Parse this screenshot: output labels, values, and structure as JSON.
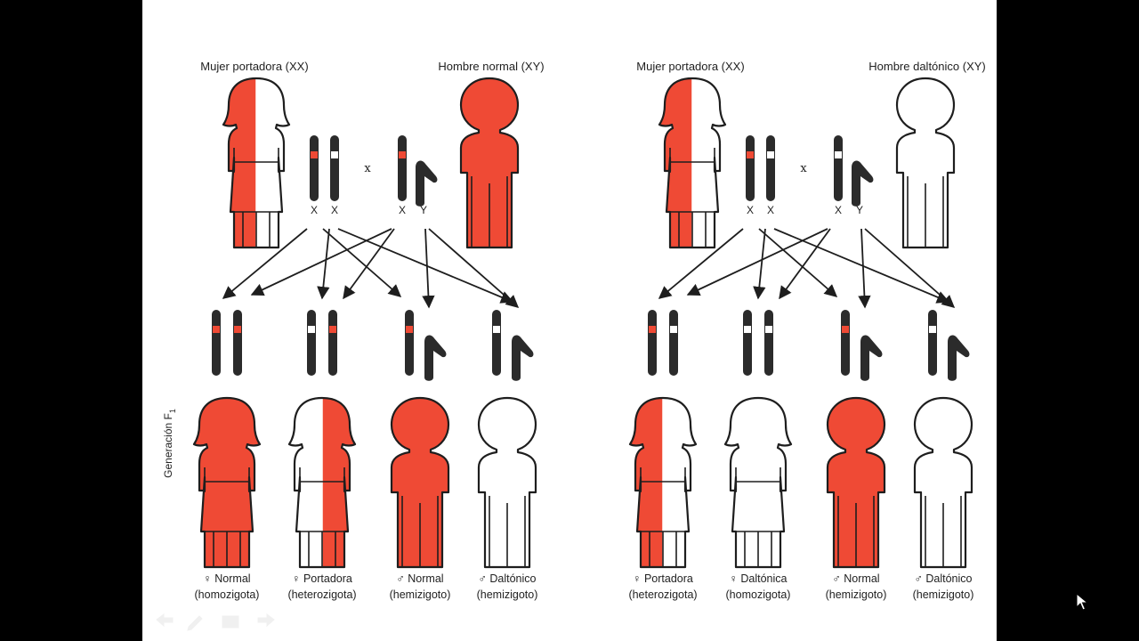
{
  "colors": {
    "red": "#ef4a35",
    "white": "#ffffff",
    "outline": "#1e1e1e",
    "chromosome": "#2b2b2b",
    "background": "#000000",
    "slide": "#ffffff"
  },
  "panels": [
    {
      "parents": {
        "mother": {
          "label": "Mujer portadora (XX)",
          "sex": "female",
          "fill": "half-left-red"
        },
        "father": {
          "label": "Hombre normal (XY)",
          "sex": "male",
          "fill": "red"
        },
        "mother_chromosomes": [
          {
            "label": "X",
            "band": "red"
          },
          {
            "label": "X",
            "band": "white"
          }
        ],
        "father_chromosomes": [
          {
            "label": "X",
            "band": "red"
          },
          {
            "label": "Y",
            "band": "none"
          }
        ],
        "cross_symbol": "x"
      },
      "offspring": [
        {
          "chromosomes": [
            "red",
            "red"
          ],
          "sex": "female",
          "fill": "red",
          "line1": "♀ Normal",
          "line2": "(homozigota)"
        },
        {
          "chromosomes": [
            "white",
            "red"
          ],
          "sex": "female",
          "fill": "half-right-red",
          "line1": "♀ Portadora",
          "line2": "(heterozigota)"
        },
        {
          "chromosomes": [
            "red",
            "Y"
          ],
          "sex": "male",
          "fill": "red",
          "line1": "♂ Normal",
          "line2": "(hemizigoto)"
        },
        {
          "chromosomes": [
            "white",
            "Y"
          ],
          "sex": "male",
          "fill": "white",
          "line1": "♂ Daltónico",
          "line2": "(hemizigoto)"
        }
      ]
    },
    {
      "parents": {
        "mother": {
          "label": "Mujer portadora (XX)",
          "sex": "female",
          "fill": "half-left-red"
        },
        "father": {
          "label": "Hombre daltónico (XY)",
          "sex": "male",
          "fill": "white"
        },
        "mother_chromosomes": [
          {
            "label": "X",
            "band": "red"
          },
          {
            "label": "X",
            "band": "white"
          }
        ],
        "father_chromosomes": [
          {
            "label": "X",
            "band": "white"
          },
          {
            "label": "Y",
            "band": "none"
          }
        ],
        "cross_symbol": "x"
      },
      "offspring": [
        {
          "chromosomes": [
            "red",
            "white"
          ],
          "sex": "female",
          "fill": "half-left-red",
          "line1": "♀ Portadora",
          "line2": "(heterozigota)"
        },
        {
          "chromosomes": [
            "white",
            "white"
          ],
          "sex": "female",
          "fill": "white",
          "line1": "♀ Daltónica",
          "line2": "(homozigota)"
        },
        {
          "chromosomes": [
            "red",
            "Y"
          ],
          "sex": "male",
          "fill": "red",
          "line1": "♂ Normal",
          "line2": "(hemizigoto)"
        },
        {
          "chromosomes": [
            "white",
            "Y"
          ],
          "sex": "male",
          "fill": "white",
          "line1": "♂ Daltónico",
          "line2": "(hemizigoto)"
        }
      ]
    }
  ],
  "generation_label": "Generación F",
  "generation_subscript": "1"
}
